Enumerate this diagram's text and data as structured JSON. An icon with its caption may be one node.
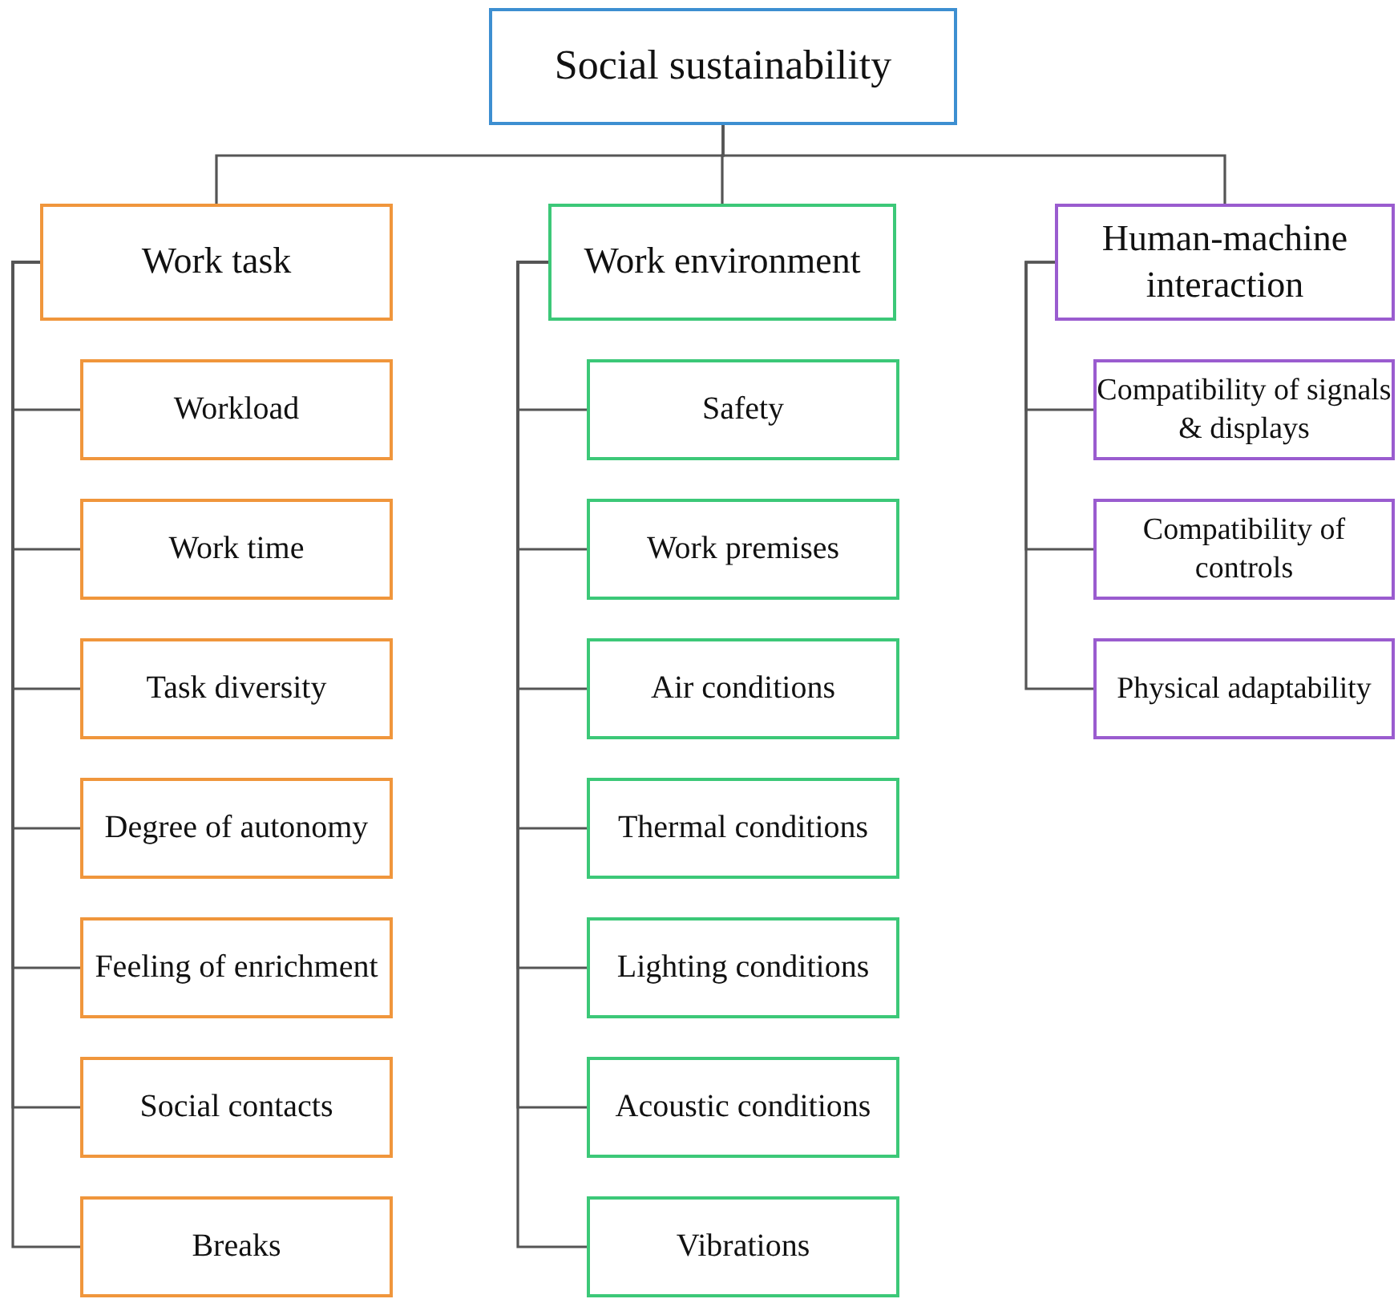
{
  "diagram": {
    "nodes": [
      {
        "text": [
          "Social sustainability"
        ]
      },
      {
        "text": [
          "Work task"
        ]
      },
      {
        "text": [
          "Work environment"
        ]
      },
      {
        "text": [
          "Human-machine interaction"
        ]
      },
      {
        "text": [
          "Workload"
        ]
      },
      {
        "text": [
          "Work time"
        ]
      },
      {
        "text": [
          "Task diversity"
        ]
      },
      {
        "text": [
          "Degree of autonomy"
        ]
      },
      {
        "text": [
          "Feeling of enrichment"
        ]
      },
      {
        "text": [
          "Social contacts"
        ]
      },
      {
        "text": [
          "Breaks"
        ]
      },
      {
        "text": [
          "Safety"
        ]
      },
      {
        "text": [
          "Work premises"
        ]
      },
      {
        "text": [
          "Air conditions"
        ]
      },
      {
        "text": [
          "Thermal conditions"
        ]
      },
      {
        "text": [
          "Lighting conditions"
        ]
      },
      {
        "text": [
          "Acoustic conditions"
        ]
      },
      {
        "text": [
          "Vibrations"
        ]
      },
      {
        "text": [
          "Compatibility of signals & displays"
        ]
      },
      {
        "text": [
          "Compatibility of controls"
        ]
      },
      {
        "text": [
          "Physical adaptability"
        ]
      }
    ],
    "edges": [
      {
        "from": 0,
        "to": 1,
        "arrow": "none"
      },
      {
        "from": 0,
        "to": 2,
        "arrow": "none"
      },
      {
        "from": 0,
        "to": 3,
        "arrow": "none"
      },
      {
        "from": 1,
        "to": 4,
        "arrow": "none"
      },
      {
        "from": 1,
        "to": 5,
        "arrow": "none"
      },
      {
        "from": 1,
        "to": 6,
        "arrow": "none"
      },
      {
        "from": 1,
        "to": 7,
        "arrow": "none"
      },
      {
        "from": 1,
        "to": 8,
        "arrow": "none"
      },
      {
        "from": 1,
        "to": 9,
        "arrow": "none"
      },
      {
        "from": 1,
        "to": 10,
        "arrow": "none"
      },
      {
        "from": 2,
        "to": 11,
        "arrow": "none"
      },
      {
        "from": 2,
        "to": 12,
        "arrow": "none"
      },
      {
        "from": 2,
        "to": 13,
        "arrow": "none"
      },
      {
        "from": 2,
        "to": 14,
        "arrow": "none"
      },
      {
        "from": 2,
        "to": 15,
        "arrow": "none"
      },
      {
        "from": 2,
        "to": 16,
        "arrow": "none"
      },
      {
        "from": 2,
        "to": 17,
        "arrow": "none"
      },
      {
        "from": 3,
        "to": 18,
        "arrow": "none"
      },
      {
        "from": 3,
        "to": 19,
        "arrow": "none"
      },
      {
        "from": 3,
        "to": 20,
        "arrow": "none"
      }
    ]
  }
}
